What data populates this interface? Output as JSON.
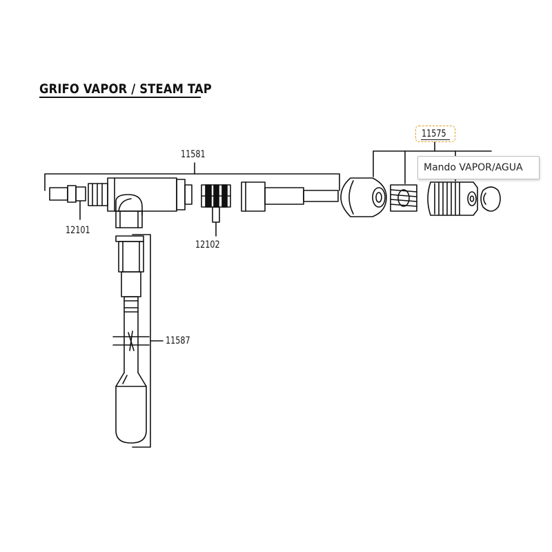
{
  "title": "GRIFO VAPOR / STEAM TAP",
  "parts": {
    "assembly_main": "11581",
    "handle_assembly": "11575",
    "nozzle": "12101",
    "valve_seal": "12102",
    "steam_wand": "11587"
  },
  "tooltip": "Mando VAPOR/AGUA",
  "colors": {
    "line": "#111111",
    "highlight": "#e39a1e"
  }
}
